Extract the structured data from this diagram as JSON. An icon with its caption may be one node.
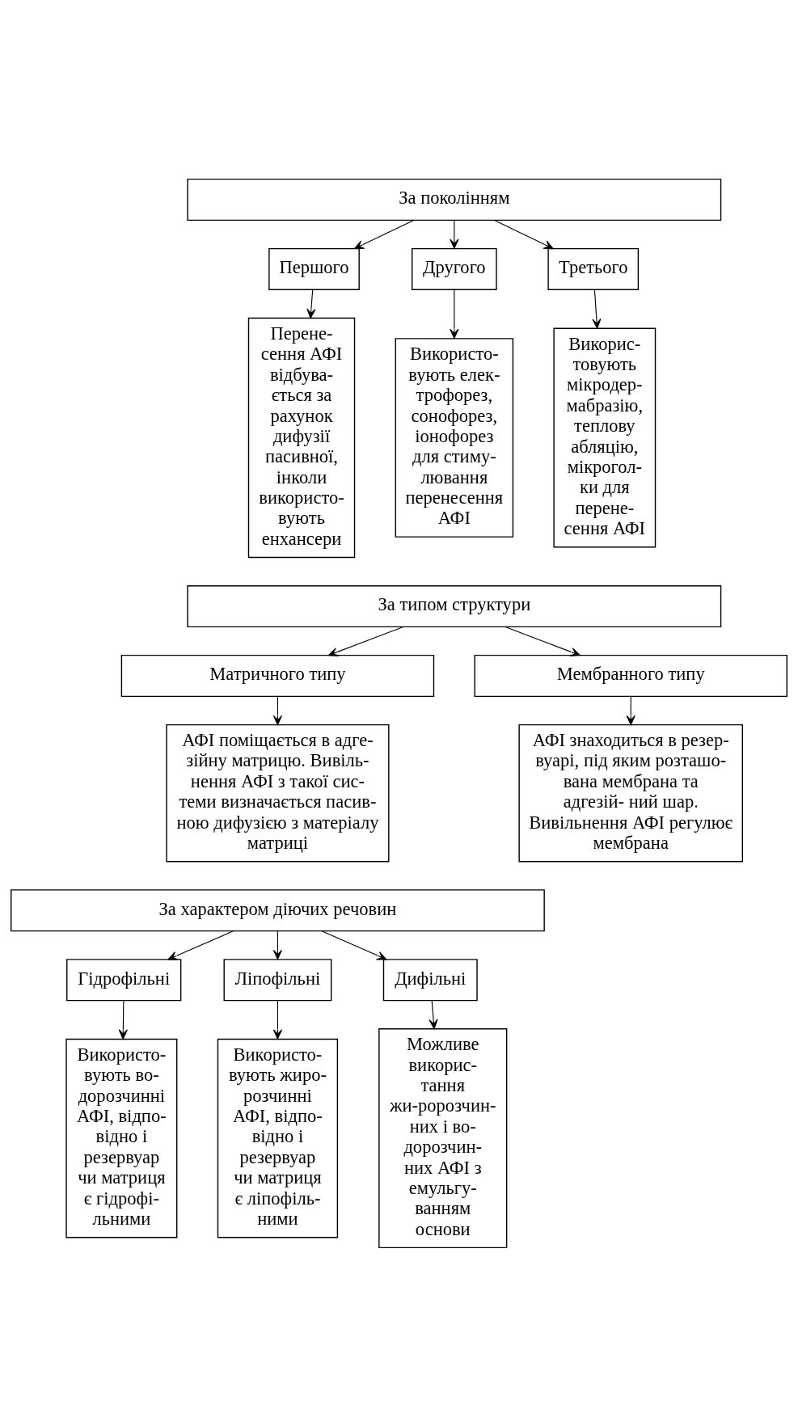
{
  "diagram": {
    "nodes": [
      {
        "text": [
          "За поколінням"
        ]
      },
      {
        "text": [
          "Першого"
        ]
      },
      {
        "text": [
          "Другого"
        ]
      },
      {
        "text": [
          "Третього"
        ]
      },
      {
        "text": [
          "Перене- сення АФІ відбува- ється за рахунок дифузії пасивної, інколи використо- вують енхансери"
        ]
      },
      {
        "text": [
          "Використо- вують елек- трофорез, сонофорез, іонофорез для стиму- лювання перенесення АФІ"
        ]
      },
      {
        "text": [
          "Викорис- товують мікродер- мабразію, теплову абляцію, мікрогол- ки для перене- сення АФІ"
        ]
      },
      {
        "text": [
          "За типом структури"
        ]
      },
      {
        "text": [
          "Матричного типу"
        ]
      },
      {
        "text": [
          "Мембранного типу"
        ]
      },
      {
        "text": [
          "АФІ поміщається в адге- зійну матрицю. Вивіль- нення АФІ з такої сис- теми визначається пасив- ною дифузією з матеріалу матриці"
        ]
      },
      {
        "text": [
          "АФІ знаходиться в резер- вуарі, під яким розташо- вана мембрана та адгезій- ний шар. Вивільнення АФІ регулює мембрана"
        ]
      },
      {
        "text": [
          "За характером діючих речовин"
        ]
      },
      {
        "text": [
          "Гідрофільні"
        ]
      },
      {
        "text": [
          "Ліпофільні"
        ]
      },
      {
        "text": [
          "Дифільні"
        ]
      },
      {
        "text": [
          "Використо- вують во- дорозчинні АФІ, відпо- відно і резервуар чи матриця є гідрофі- льними"
        ]
      },
      {
        "text": [
          "Використо- вують жиро- розчинні АФІ, відпо- відно і резервуар чи матриця є ліпофіль- ними"
        ]
      },
      {
        "text": [
          "Можливе викорис- тання жи-ророзчин- них і во- дорозчин- них АФІ з емульгу- ванням основи"
        ]
      }
    ],
    "edges": [
      {
        "from": 0,
        "to": 1,
        "arrow": "to"
      },
      {
        "from": 0,
        "to": 2,
        "arrow": "to"
      },
      {
        "from": 0,
        "to": 3,
        "arrow": "to"
      },
      {
        "from": 1,
        "to": 4,
        "arrow": "to"
      },
      {
        "from": 2,
        "to": 5,
        "arrow": "to"
      },
      {
        "from": 3,
        "to": 6,
        "arrow": "to"
      },
      {
        "from": 7,
        "to": 8,
        "arrow": "to"
      },
      {
        "from": 7,
        "to": 9,
        "arrow": "to"
      },
      {
        "from": 8,
        "to": 10,
        "arrow": "to"
      },
      {
        "from": 9,
        "to": 11,
        "arrow": "to"
      },
      {
        "from": 12,
        "to": 13,
        "arrow": "to"
      },
      {
        "from": 12,
        "to": 14,
        "arrow": "to"
      },
      {
        "from": 12,
        "to": 15,
        "arrow": "to"
      },
      {
        "from": 13,
        "to": 16,
        "arrow": "to"
      },
      {
        "from": 14,
        "to": 17,
        "arrow": "to"
      },
      {
        "from": 15,
        "to": 18,
        "arrow": "to"
      }
    ]
  }
}
